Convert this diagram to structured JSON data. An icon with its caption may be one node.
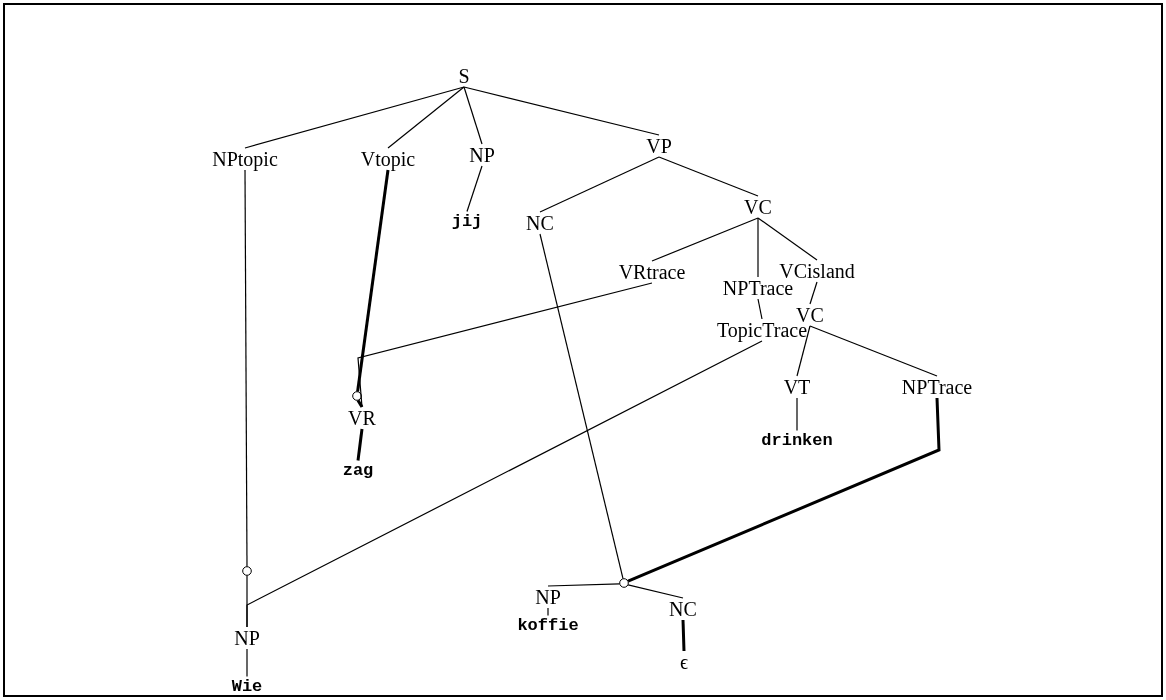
{
  "diagram": {
    "nodes": [
      {
        "text": [
          "S"
        ]
      },
      {
        "text": [
          "NPtopic"
        ]
      },
      {
        "text": [
          "Vtopic"
        ]
      },
      {
        "text": [
          "NP"
        ]
      },
      {
        "text": [
          "VP"
        ]
      },
      {
        "text": [
          "jij"
        ]
      },
      {
        "text": [
          "NC"
        ]
      },
      {
        "text": [
          "VC"
        ]
      },
      {
        "text": [
          "VRtrace"
        ]
      },
      {
        "text": [
          "NPTrace"
        ]
      },
      {
        "text": [
          "VCisland"
        ]
      },
      {
        "text": [
          "TopicTrace"
        ]
      },
      {
        "text": [
          "VC"
        ]
      },
      {
        "text": [
          "VT"
        ]
      },
      {
        "text": [
          "NPTrace"
        ]
      },
      {
        "text": [
          "drinken"
        ]
      },
      {
        "text": [],
        "shape": "circle"
      },
      {
        "text": [
          "VR"
        ]
      },
      {
        "text": [
          "zag"
        ]
      },
      {
        "text": [],
        "shape": "circle"
      },
      {
        "text": [
          "NP"
        ]
      },
      {
        "text": [
          "NC"
        ]
      },
      {
        "text": [
          "koffie"
        ]
      },
      {
        "text": [
          "ϵ"
        ]
      },
      {
        "text": [],
        "shape": "circle"
      },
      {
        "text": [
          "NP"
        ]
      },
      {
        "text": [
          "Wie"
        ]
      }
    ],
    "edges": [
      {
        "from": 0,
        "to": 1,
        "arrow": "none"
      },
      {
        "from": 0,
        "to": 2,
        "arrow": "none"
      },
      {
        "from": 0,
        "to": 3,
        "arrow": "none"
      },
      {
        "from": 0,
        "to": 4,
        "arrow": "none"
      },
      {
        "from": 3,
        "to": 5,
        "arrow": "none"
      },
      {
        "from": 4,
        "to": 6,
        "arrow": "none"
      },
      {
        "from": 4,
        "to": 7,
        "arrow": "none"
      },
      {
        "from": 7,
        "to": 8,
        "arrow": "none"
      },
      {
        "from": 7,
        "to": 9,
        "arrow": "none"
      },
      {
        "from": 7,
        "to": 10,
        "arrow": "none"
      },
      {
        "from": 9,
        "to": 11,
        "arrow": "none"
      },
      {
        "from": 10,
        "to": 12,
        "arrow": "none"
      },
      {
        "from": 12,
        "to": 13,
        "arrow": "none"
      },
      {
        "from": 12,
        "to": 14,
        "arrow": "none"
      },
      {
        "from": 13,
        "to": 15,
        "arrow": "none"
      },
      {
        "from": 2,
        "to": 16,
        "arrow": "none",
        "style": "thick"
      },
      {
        "from": 8,
        "to": 17,
        "arrow": "none"
      },
      {
        "from": 16,
        "to": 17,
        "arrow": "none",
        "style": "thick"
      },
      {
        "from": 17,
        "to": 18,
        "arrow": "none",
        "style": "thick"
      },
      {
        "from": 6,
        "to": 19,
        "arrow": "none"
      },
      {
        "from": 14,
        "to": 19,
        "arrow": "none",
        "style": "thick"
      },
      {
        "from": 19,
        "to": 20,
        "arrow": "none"
      },
      {
        "from": 19,
        "to": 21,
        "arrow": "none"
      },
      {
        "from": 20,
        "to": 22,
        "arrow": "none"
      },
      {
        "from": 21,
        "to": 23,
        "arrow": "none",
        "style": "thick"
      },
      {
        "from": 1,
        "to": 24,
        "arrow": "none"
      },
      {
        "from": 24,
        "to": 25,
        "arrow": "none"
      },
      {
        "from": 11,
        "to": 25,
        "arrow": "none"
      },
      {
        "from": 25,
        "to": 26,
        "arrow": "none"
      }
    ]
  }
}
